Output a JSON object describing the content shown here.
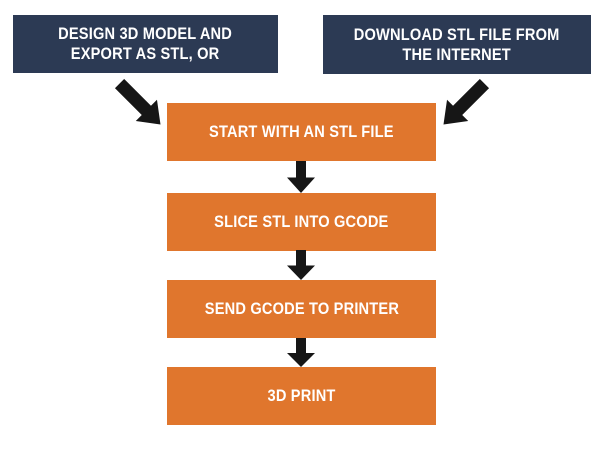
{
  "title": "3D printing workflow flowchart",
  "colors": {
    "background": "#ffffff",
    "navy": "#2c3a54",
    "orange": "#e0762d",
    "arrow": "#161616",
    "label": "#ffffff"
  },
  "flowchart": {
    "sources": [
      {
        "lines": [
          "DESIGN 3D MODEL AND",
          "EXPORT AS STL, OR"
        ]
      },
      {
        "lines": [
          "DOWNLOAD STL FILE FROM",
          "THE INTERNET"
        ]
      }
    ],
    "steps": [
      {
        "label": "START WITH AN STL FILE"
      },
      {
        "label": "SLICE STL INTO GCODE"
      },
      {
        "label": "SEND GCODE TO PRINTER"
      },
      {
        "label": "3D PRINT"
      }
    ]
  }
}
